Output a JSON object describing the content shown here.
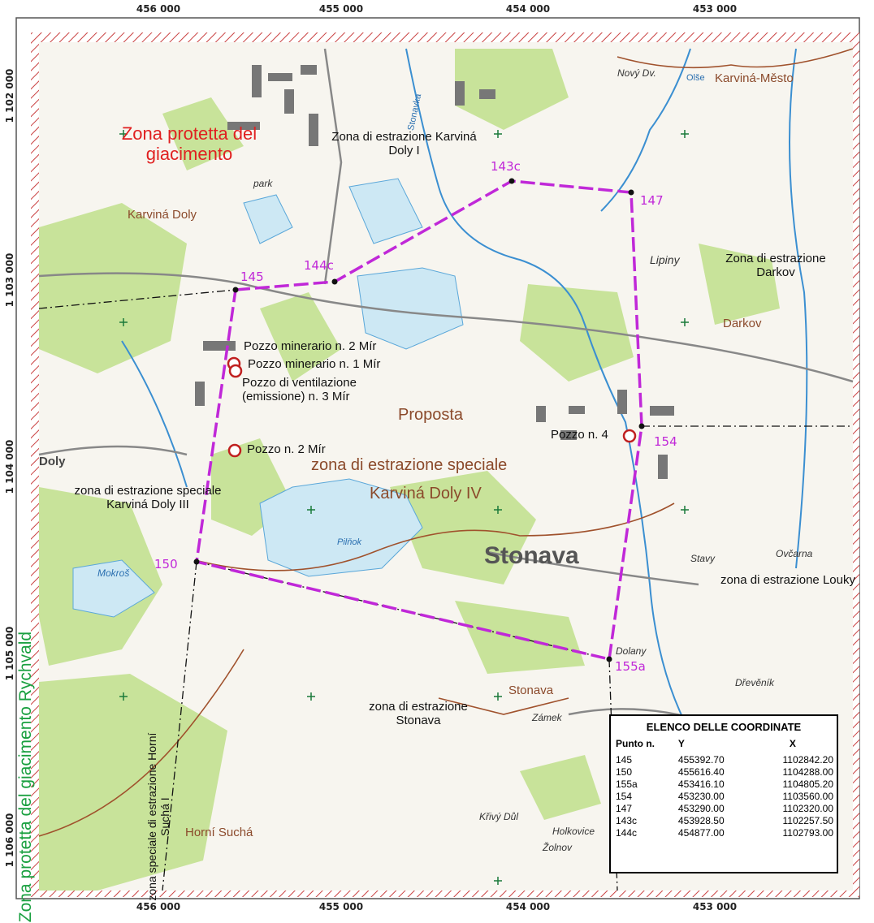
{
  "grid": {
    "top": [
      "456 000",
      "455 000",
      "454 000",
      "453 000"
    ],
    "bottom": [
      "456 000",
      "455 000",
      "454 000",
      "453 000"
    ],
    "left": [
      "1 102 000",
      "1 103 000",
      "1 104 000",
      "1 105 000",
      "1 106 000"
    ]
  },
  "labels": {
    "zona_protetta_title": "Zona protetta del giacimento",
    "zona_rychvald": "Zona protetta del giacimento Rychvald",
    "karvina_doly_i": "Zona di estrazione Karviná Doly I",
    "karvina_doly": "Karviná Doly",
    "karvina_mesto": "Karviná-Město",
    "zona_darkov": "Zona di estrazione Darkov",
    "darkov": "Darkov",
    "pozzo_2_mir": "Pozzo minerario n. 2 Mír",
    "pozzo_1_mir": "Pozzo minerario n. 1 Mír",
    "pozzo_vent": "Pozzo di ventilazione (emissione) n. 3 Mír",
    "pozzo_n2": "Pozzo n. 2 Mír",
    "pozzo_n4": "Pozzo n. 4",
    "proposta": "Proposta",
    "zona_speciale": "zona di estrazione speciale",
    "karvina_doly_iv": "Karviná Doly IV",
    "zona_speciale_iii": "zona di estrazione speciale Karviná Doly III",
    "stonava_big": "Stonava",
    "zona_louky": "zona di estrazione Louky",
    "stonava_small": "Stonava",
    "zona_stonava": "zona di estrazione Stonava",
    "horni_sucha": "Horní Suchá",
    "zona_horni_sucha_i": "zona speciale di estrazione Horní Suchá I",
    "stonavka": "Stonavka",
    "pilnok": "Pilňok",
    "lipiny": "Lipiny",
    "olse": "Olše",
    "stavy": "Stavy",
    "ovcarna": "Ovčarna",
    "dolany": "Dolany",
    "drevenik": "Dřevěník",
    "zamek": "Zámek",
    "holkovice": "Holkovice",
    "zolnov": "Žolnov",
    "krivy_dul": "Křivý Důl",
    "mokros": "Mokroš",
    "doly": "Doly",
    "novy_dv": "Nový Dv.",
    "park": "park"
  },
  "points": [
    {
      "name": "145"
    },
    {
      "name": "144c"
    },
    {
      "name": "143c"
    },
    {
      "name": "147"
    },
    {
      "name": "154"
    },
    {
      "name": "155a"
    },
    {
      "name": "150"
    }
  ],
  "legend": {
    "title": "ELENCO DELLE COORDINATE",
    "headers": [
      "Punto n.",
      "Y",
      "X"
    ],
    "rows": [
      [
        "145",
        "455392.70",
        "1102842.20"
      ],
      [
        "150",
        "455616.40",
        "1104288.00"
      ],
      [
        "155a",
        "453416.10",
        "1104805.20"
      ],
      [
        "154",
        "453230.00",
        "1103560.00"
      ],
      [
        "147",
        "453290.00",
        "1102320.00"
      ],
      [
        "143c",
        "453928.50",
        "1102257.50"
      ],
      [
        "144c",
        "454877.00",
        "1102793.00"
      ]
    ]
  },
  "colors": {
    "boundary": "#c028d8",
    "forest": "#c8e39a",
    "water": "#cde8f4",
    "river": "#3b8fd1",
    "protected_red": "#e02020",
    "protected_green": "#1aa040",
    "brown_text": "#8b4a2b"
  }
}
